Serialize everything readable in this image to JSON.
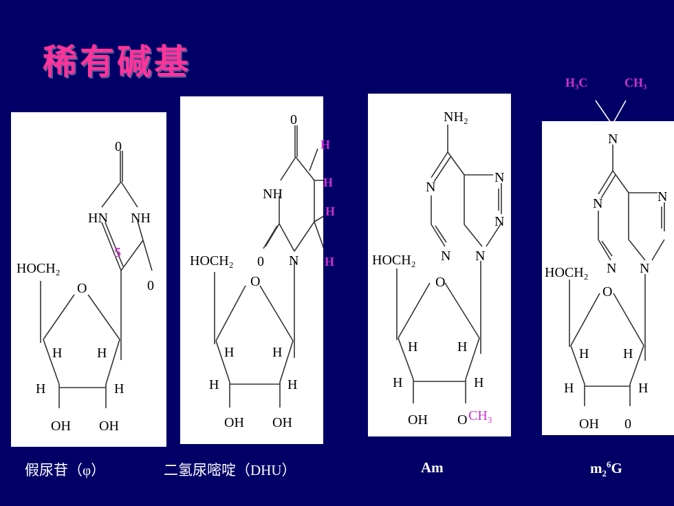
{
  "title": "稀有碱基",
  "captions": {
    "c1": "假尿苷（φ）",
    "c2": "二氢尿嘧啶（DHU）",
    "c3": "Am",
    "c4_main": "m",
    "c4_sub": "2",
    "c4_sup": "6",
    "c4_tail": "G"
  },
  "labels": {
    "hoch2": "HOCH₂",
    "o": "O",
    "zero": "0",
    "h": "H",
    "oh": "OH",
    "hn": "HN",
    "nh": "NH",
    "n": "N",
    "nh2": "NH₂",
    "five": "5",
    "ch3": "CH₃",
    "h3c": "H₃C",
    "ch3_top": "CH₃"
  },
  "colors": {
    "background": "#000066",
    "title": "#ff3399",
    "accent": "#cc33cc"
  }
}
